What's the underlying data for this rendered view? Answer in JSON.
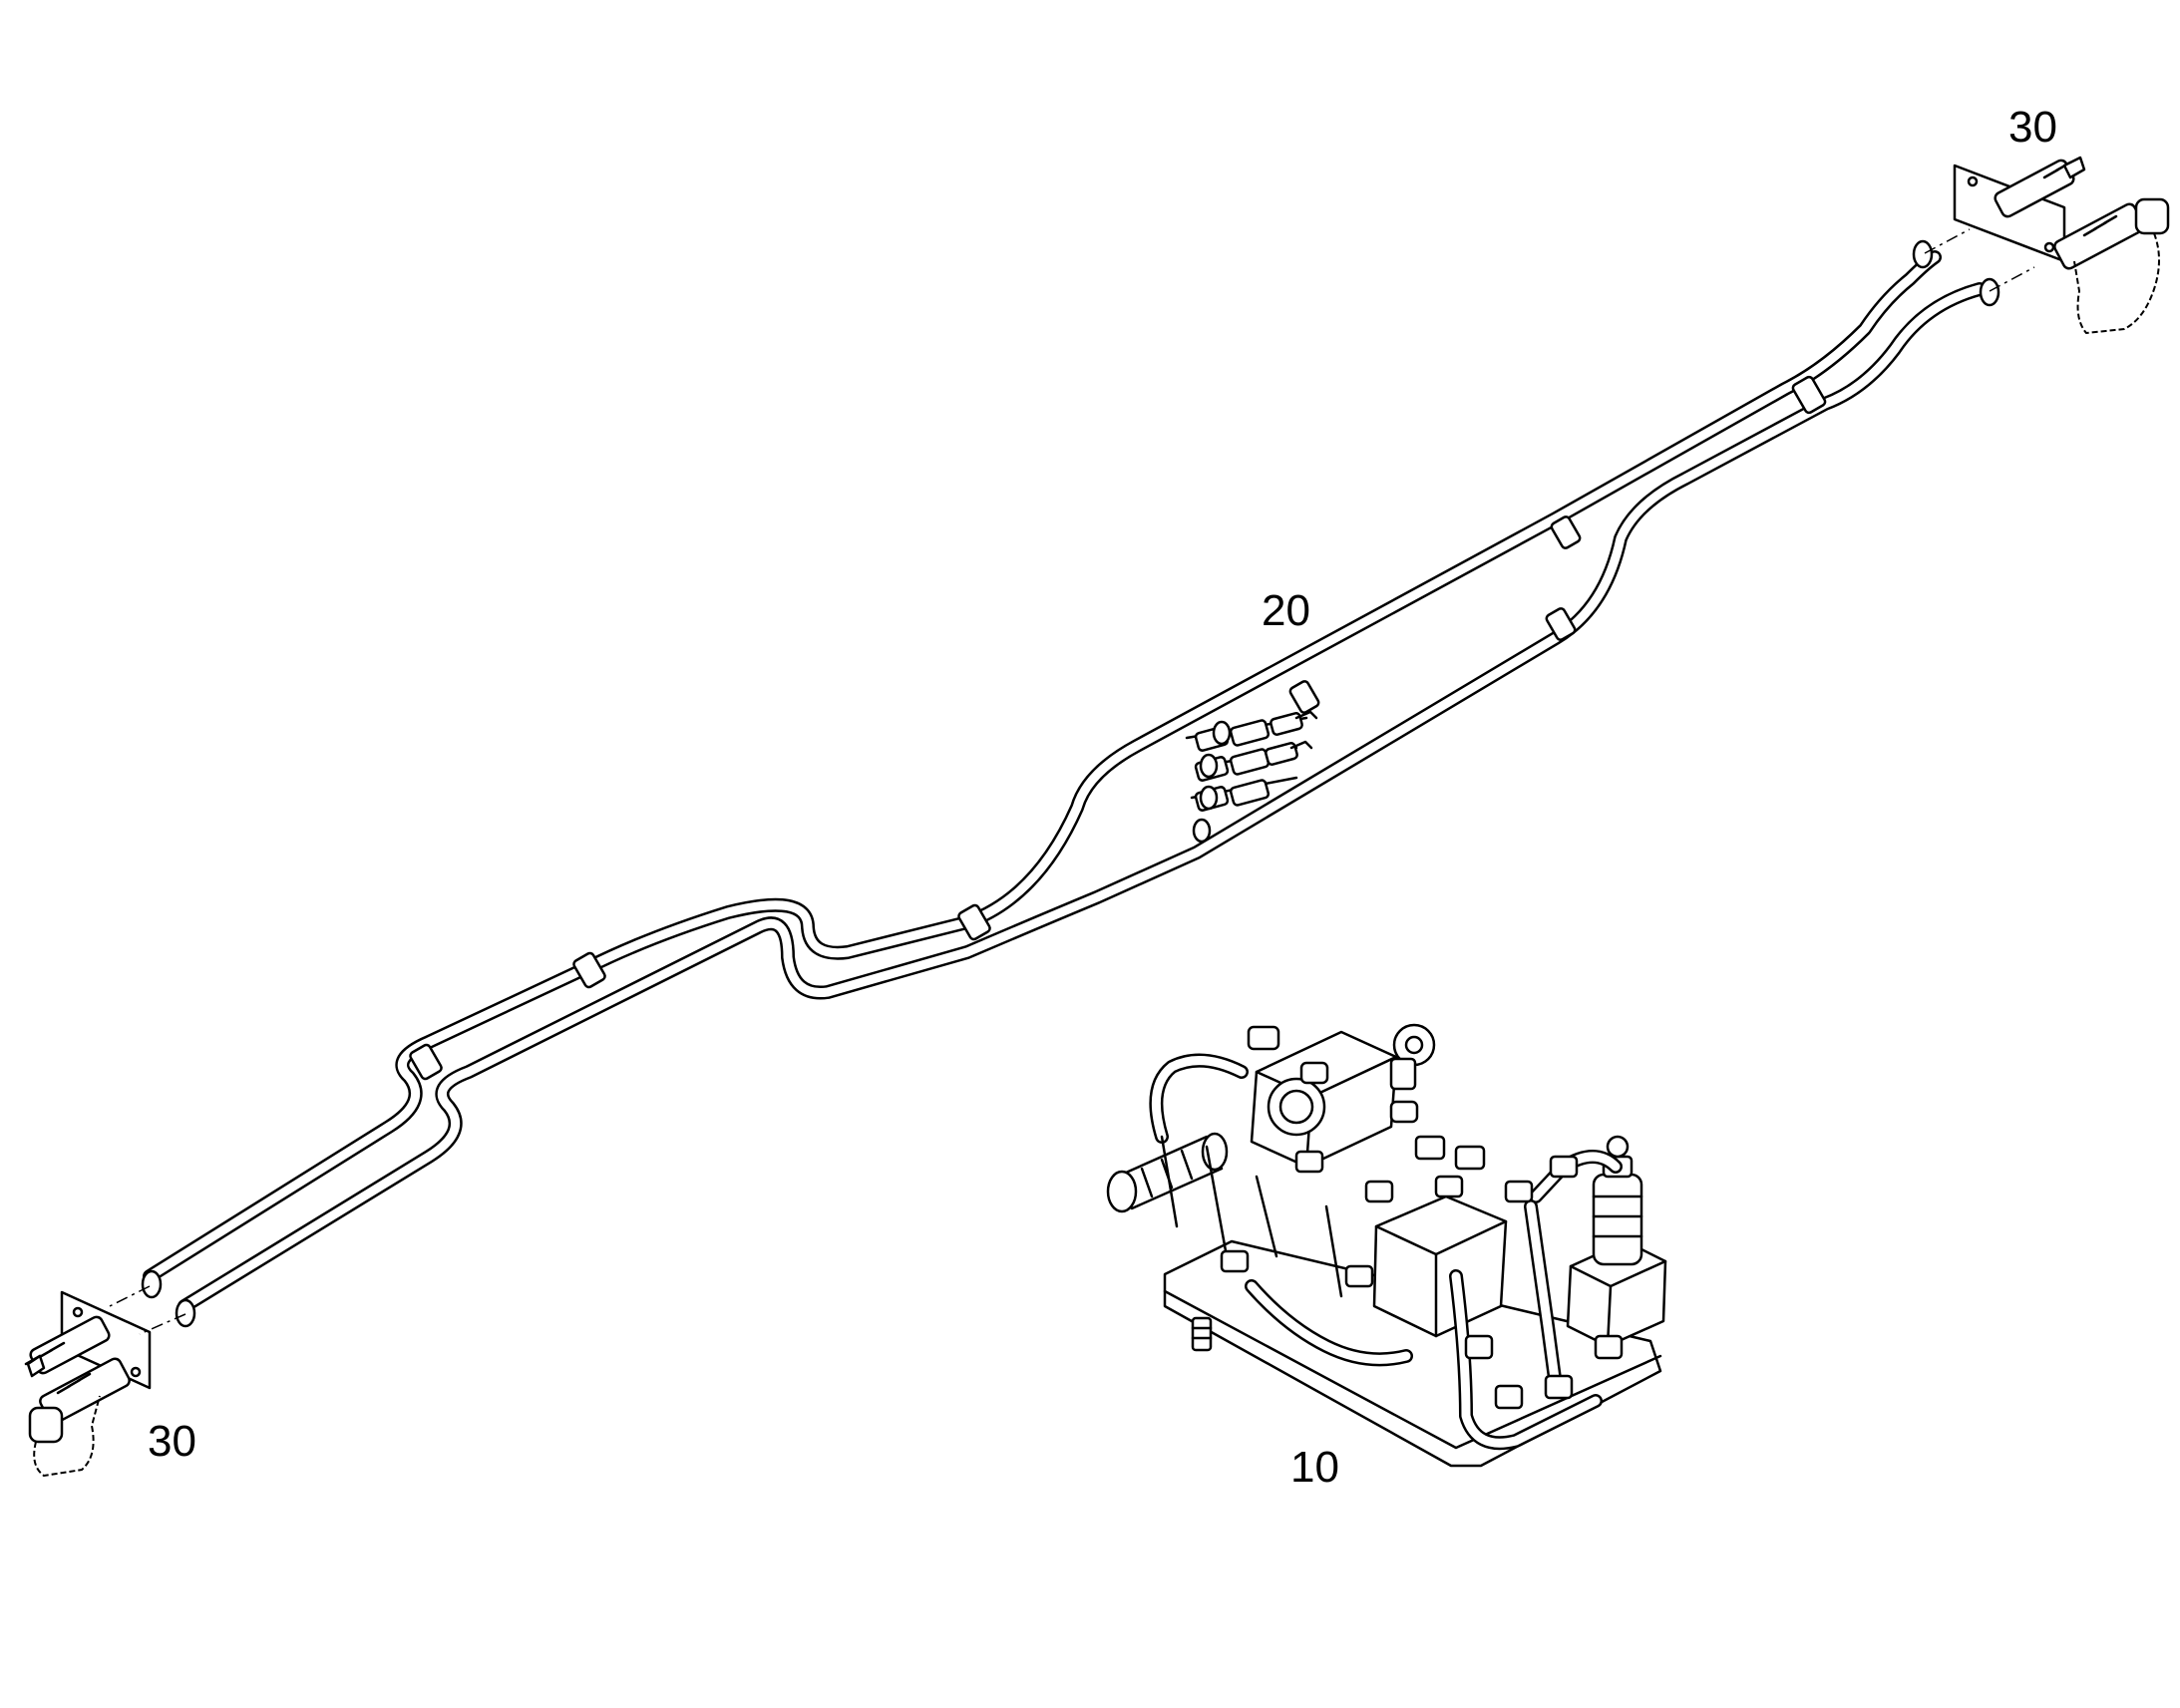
{
  "callouts": {
    "valve_unit": "10",
    "hydraulic_lines": "20",
    "coupling_plate_right": "30",
    "coupling_plate_left": "30"
  }
}
